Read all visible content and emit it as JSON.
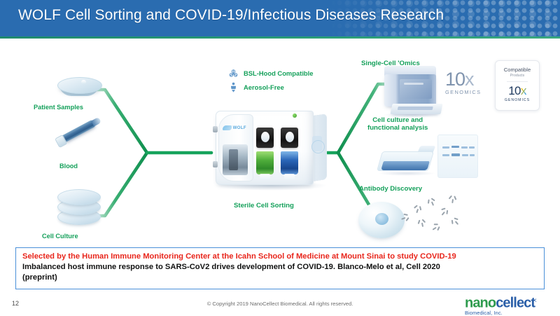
{
  "header": {
    "title": "WOLF Cell Sorting and COVID-19/Infectious Diseases Research",
    "bg_color": "#2a6cb0",
    "accent_rule_color": "#2a9d77"
  },
  "diagram": {
    "inputs": [
      {
        "label": "Patient Samples",
        "icon": "petri-dish-icon"
      },
      {
        "label": "Blood",
        "icon": "blood-vial-icon"
      },
      {
        "label": "Cell Culture",
        "icon": "stacked-petri-dishes-icon"
      }
    ],
    "features": [
      {
        "label": "BSL-Hood Compatible",
        "icon": "biohazard-icon"
      },
      {
        "label": "Aerosol-Free",
        "icon": "aerosol-free-icon"
      }
    ],
    "instrument": {
      "logo_text": "WOLF",
      "caption": "Sterile Cell Sorting"
    },
    "outputs": [
      {
        "label": "Single-Cell 'Omics",
        "icon": "chromium-instrument-icon"
      },
      {
        "label": "Cell culture and\nfunctional analysis",
        "icon": "culture-flask-icon"
      },
      {
        "label": "Antibody Discovery",
        "icon": "antibody-cell-icon"
      }
    ],
    "tenx_logo": {
      "number": "10",
      "x": "x",
      "wordmark": "GENOMICS"
    },
    "compatible_badge": {
      "line1": "Compatible",
      "line2": "Products",
      "logo_number": "10",
      "logo_x": "x",
      "logo_wordmark": "GENOMICS"
    },
    "arrow_color": "#16a05a"
  },
  "callout": {
    "line1": "Selected by the Human Immune Monitoring Center at the Icahn School of Medicine at Mount Sinai to study COVID-19",
    "line2": "Imbalanced host immune response to SARS-CoV2 drives development of COVID-19. Blanco-Melo et al, Cell 2020",
    "line3": "(preprint)",
    "line1_color": "#e8261c",
    "border_color": "#4a90d9"
  },
  "footer": {
    "page_number": "12",
    "copyright": "© Copyright 2019 NanoCellect Biomedical. All rights reserved.",
    "brand_part1": "nano",
    "brand_part2": "cellect",
    "brand_tm": "ː",
    "brand_sub": "Biomedical, Inc.",
    "brand_green": "#2e9b4e",
    "brand_blue": "#2b5fa8"
  }
}
